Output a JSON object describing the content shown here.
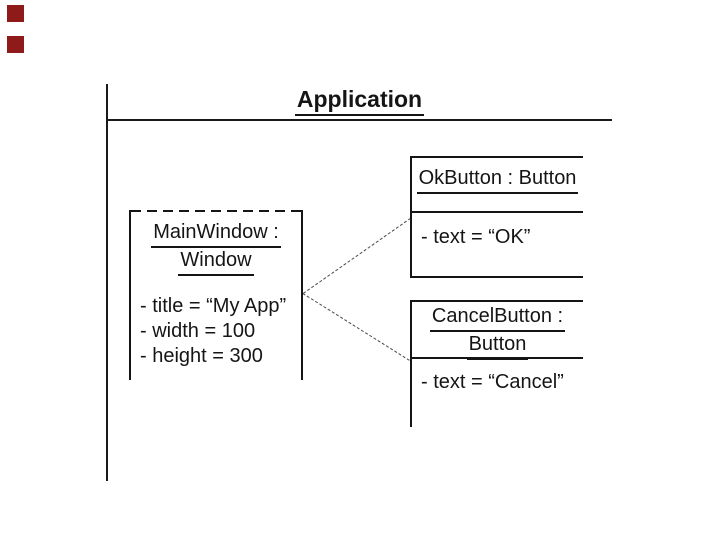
{
  "slide": {
    "header": {
      "title": "Application"
    },
    "objects": {
      "main_window": {
        "title_line1": "MainWindow :",
        "title_line2": "Window",
        "attributes": [
          "- title = “My App”",
          "- width = 100",
          "- height = 300"
        ]
      },
      "ok_button": {
        "title": "OkButton : Button",
        "attributes": [
          "- text = “OK”"
        ]
      },
      "cancel_button": {
        "title_line1": "CancelButton :",
        "title_line2": "Button",
        "attributes": [
          "- text = “Cancel”"
        ]
      }
    },
    "colors": {
      "frame_line": "#1a1a1a",
      "box_line": "#151515",
      "connector_line": "#4a4a4a",
      "decor_square": "#8f1a1a",
      "background": "#ffffff"
    }
  }
}
